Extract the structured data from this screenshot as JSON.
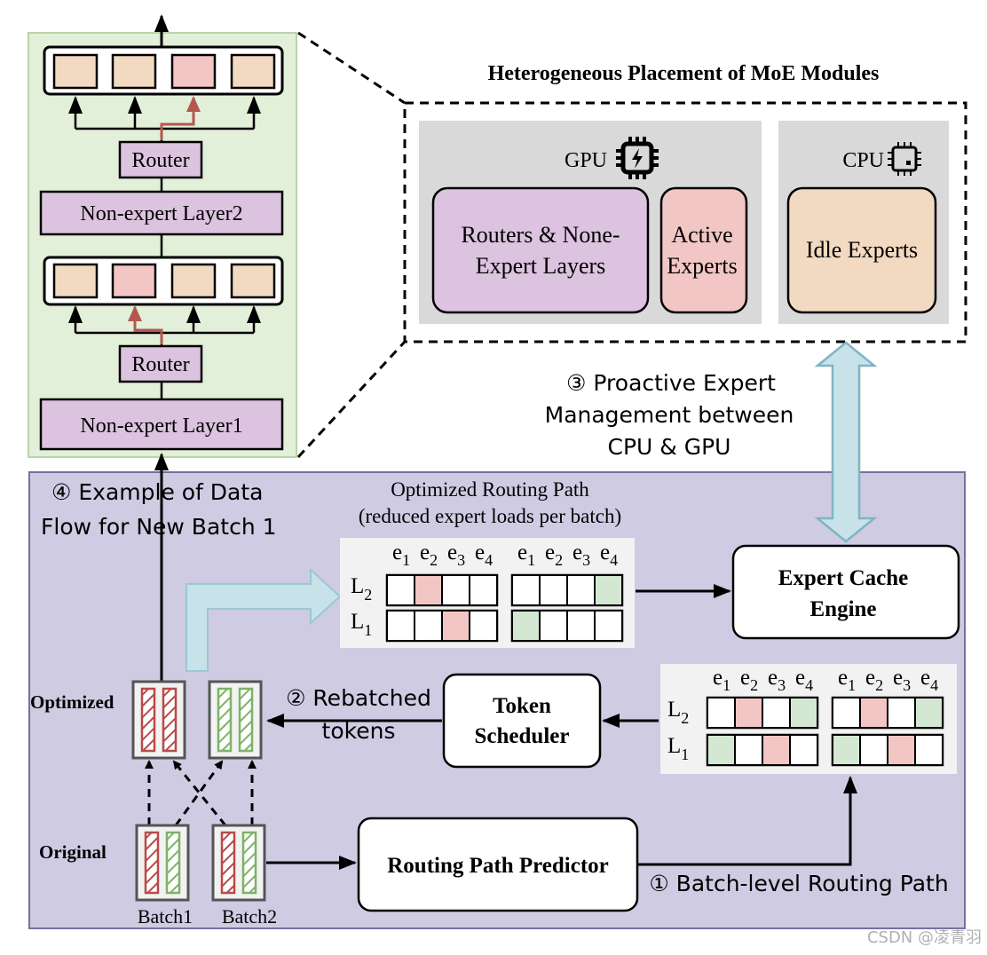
{
  "left_stack": {
    "router_top": "Router",
    "layer2": "Non-expert Layer2",
    "router_bottom": "Router",
    "layer1": "Non-expert Layer1"
  },
  "placement": {
    "title": "Heterogeneous Placement of MoE Modules",
    "gpu_label": "GPU",
    "cpu_label": "CPU",
    "routers_line1": "Routers & None-",
    "routers_line2": "Expert Layers",
    "active_line1": "Active",
    "active_line2": "Experts",
    "idle": "Idle Experts"
  },
  "step3": {
    "line1": "③ Proactive Expert",
    "line2": "Management between",
    "line3": "CPU & GPU"
  },
  "step4": {
    "line1": "④ Example of Data",
    "line2": "Flow for New Batch 1"
  },
  "optimized_path": {
    "title1": "Optimized Routing Path",
    "title2": "(reduced expert loads per batch)"
  },
  "expert_headers": [
    "e",
    "e",
    "e",
    "e"
  ],
  "expert_subs": [
    "1",
    "2",
    "3",
    "4"
  ],
  "layer_labels": {
    "l2": "L",
    "l2_sub": "2",
    "l1": "L",
    "l1_sub": "1"
  },
  "expert_cache_engine": {
    "line1": "Expert Cache",
    "line2": "Engine"
  },
  "token_scheduler": {
    "line1": "Token",
    "line2": "Scheduler"
  },
  "routing_path_predictor": "Routing Path Predictor",
  "step2": {
    "line1": "② Rebatched",
    "line2": "tokens"
  },
  "step1": "① Batch-level Routing Path",
  "row_labels": {
    "optimized": "Optimized",
    "original": "Original"
  },
  "batches": {
    "batch1": "Batch1",
    "batch2": "Batch2"
  },
  "watermark": "CSDN @凌青羽",
  "colors": {
    "green_bg": "#e2efd9",
    "purple_bg": "#cfcbe3",
    "pink": "#f2c6c4",
    "tan": "#f2d9c1",
    "lavender": "#dcc3df",
    "light_green": "#d3e7d3",
    "arrow_blue": "#c8e2ea",
    "gray": "#d9d9d9",
    "red_hatch": "#b94a48",
    "green_hatch": "#7db366"
  }
}
